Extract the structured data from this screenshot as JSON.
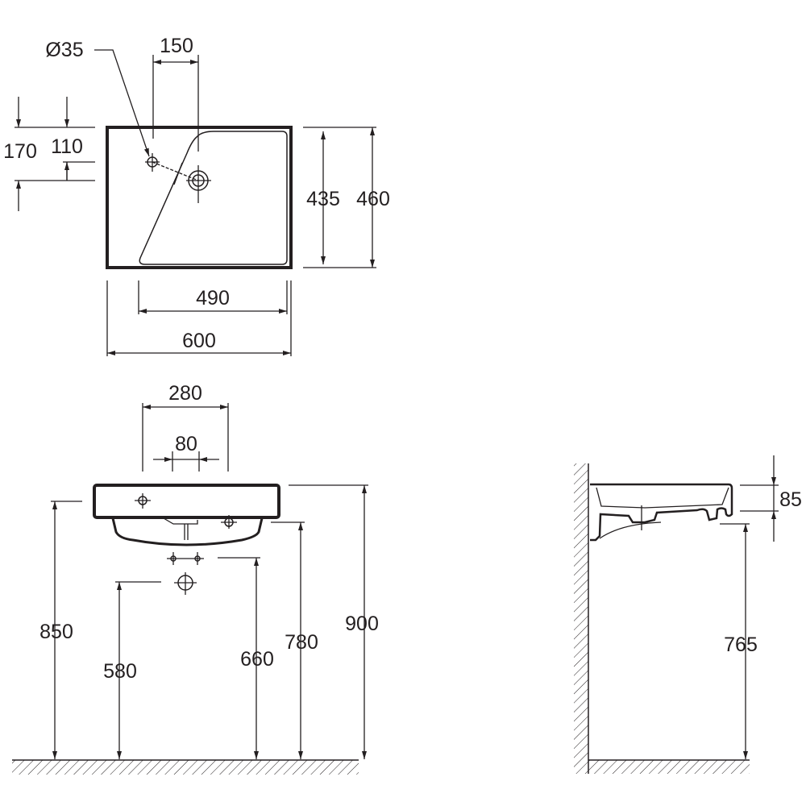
{
  "drawing": {
    "top_view": {
      "d35": "Ø35",
      "d150": "150",
      "d170": "170",
      "d110": "110",
      "d435": "435",
      "d460": "460",
      "d490": "490",
      "d600": "600"
    },
    "front_view": {
      "d280": "280",
      "d80": "80",
      "d850": "850",
      "d580": "580",
      "d660": "660",
      "d780": "780",
      "d900": "900"
    },
    "side_view": {
      "d85": "85",
      "d765": "765"
    },
    "colors": {
      "ink": "#231f20",
      "background": "#ffffff"
    }
  }
}
